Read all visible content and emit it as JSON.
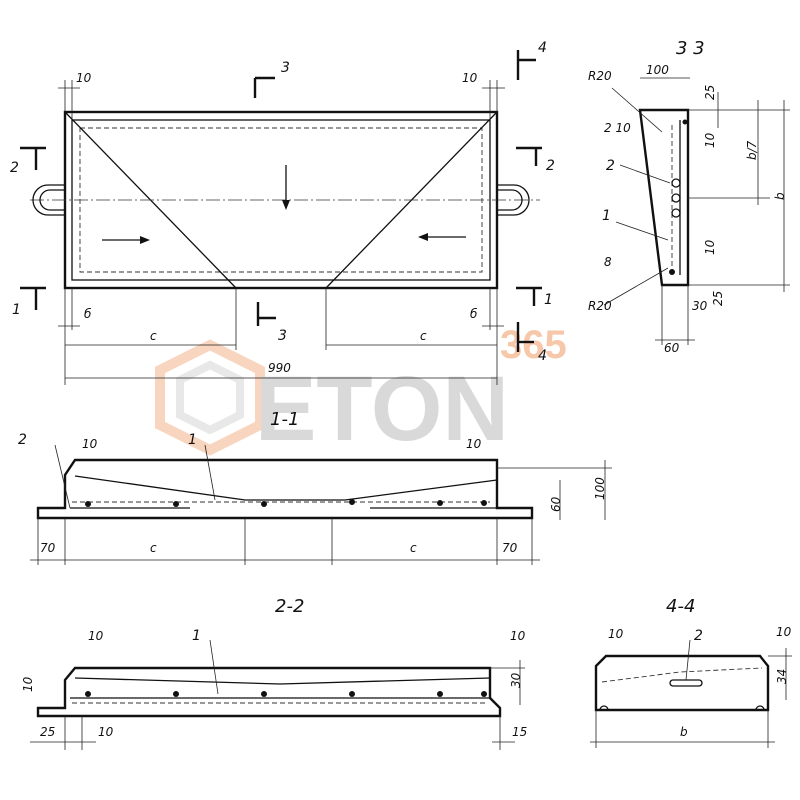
{
  "watermark": {
    "brand": "ETON",
    "number": "365",
    "accent": "#f0a070"
  },
  "plan": {
    "dims": {
      "top_left": "10",
      "top_right": "10",
      "left_small": "б",
      "right_small": "б",
      "span_left": "c",
      "span_right": "c",
      "total": "990"
    },
    "cuts": {
      "c1L": "1",
      "c1R": "1",
      "c2L": "2",
      "c2R": "2",
      "c3T": "3",
      "c3B": "3",
      "c4T": "4",
      "c4B": "4"
    }
  },
  "section_3_3": {
    "title": "3  3",
    "dims": {
      "r_top": "R20",
      "r_bot": "R20",
      "w100": "100",
      "d25a": "25",
      "d25b": "25",
      "d10a": "10",
      "d10b": "10",
      "b7": "b/7",
      "b": "b",
      "d2_10": "2 10",
      "d30": "30",
      "d60": "60",
      "d8": "8"
    },
    "labels": {
      "l2": "2",
      "l1": "1"
    }
  },
  "section_1_1": {
    "title": "1-1",
    "dims": {
      "t10L": "10",
      "t10R": "10",
      "h100": "100",
      "h60": "60",
      "w70L": "70",
      "w70R": "70",
      "cL": "c",
      "cR": "c"
    },
    "labels": {
      "l2": "2",
      "l1": "1"
    }
  },
  "section_2_2": {
    "title": "2-2",
    "dims": {
      "t10L": "10",
      "t10R": "10",
      "h10": "10",
      "h30": "30",
      "b25": "25",
      "b10": "10",
      "b15": "15"
    },
    "labels": {
      "l1": "1"
    }
  },
  "section_4_4": {
    "title": "4-4",
    "dims": {
      "t10L": "10",
      "t10R": "10",
      "h34": "34",
      "b": "b"
    },
    "labels": {
      "l2": "2"
    }
  }
}
